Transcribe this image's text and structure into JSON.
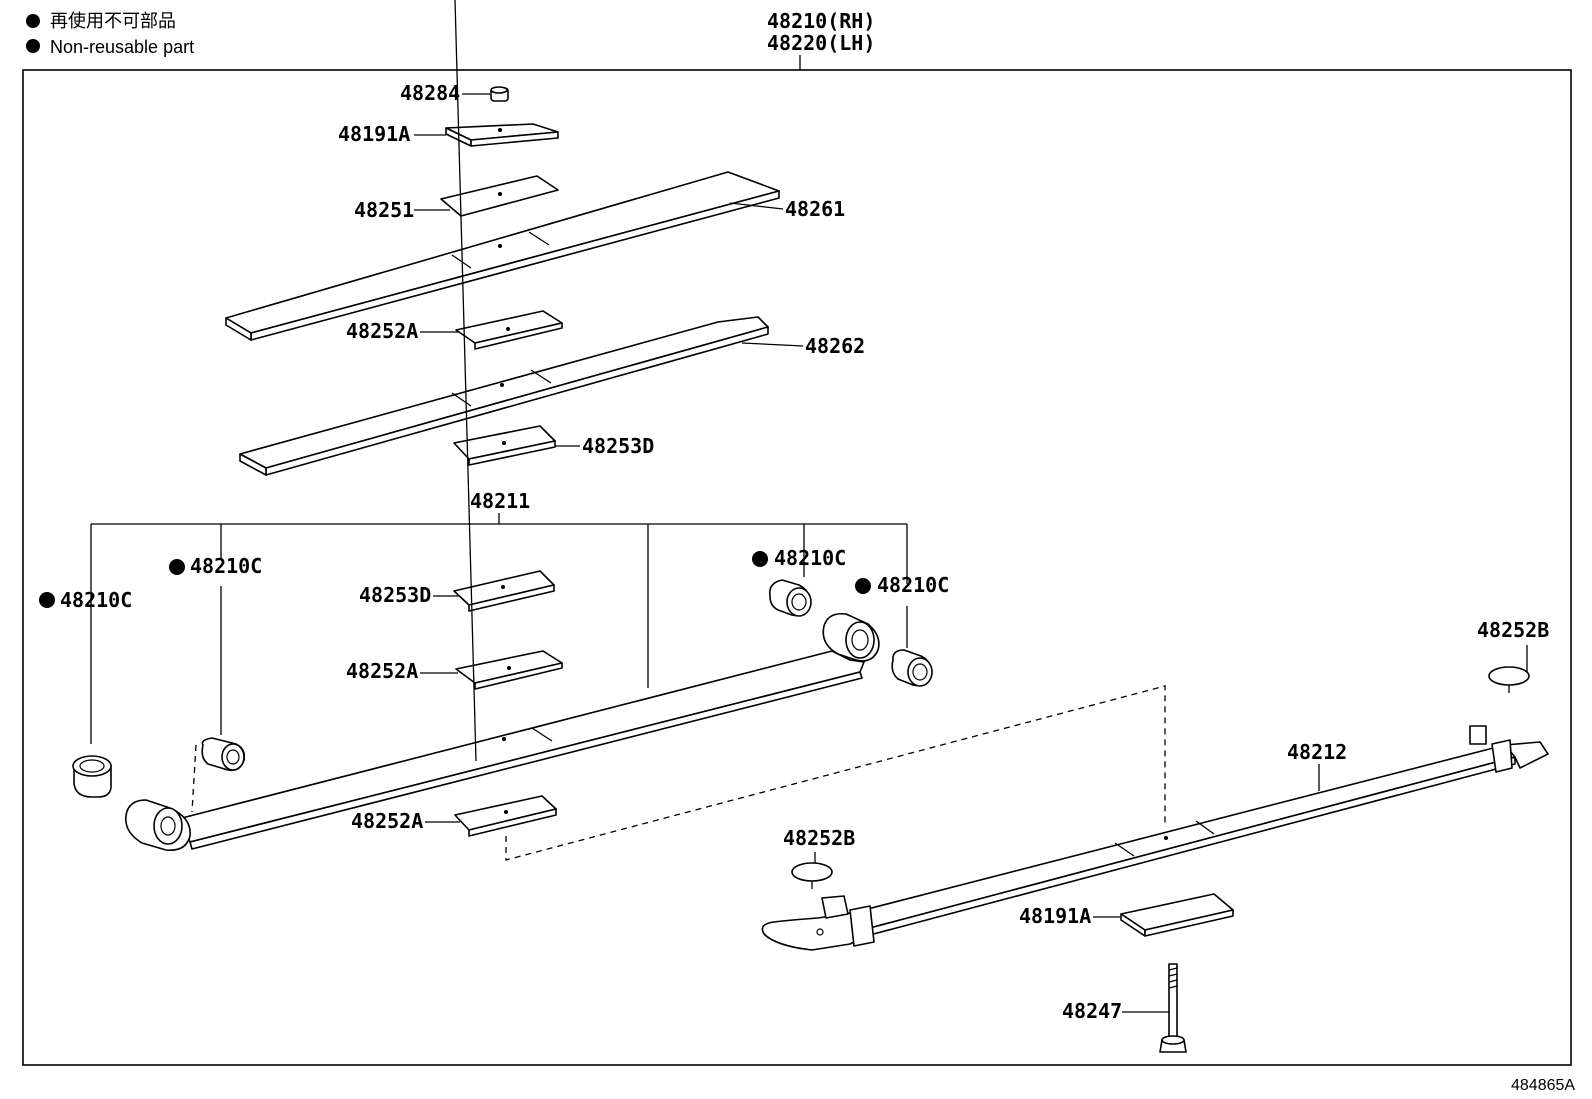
{
  "legend": [
    {
      "icon": "filled-dot-icon",
      "text": "再使用不可部品"
    },
    {
      "icon": "filled-dot-icon",
      "text": "Non-reusable part"
    }
  ],
  "assembly": {
    "rh": "48210(RH)",
    "lh": "48220(LH)"
  },
  "sub_assembly": "48211",
  "parts": {
    "p48284": "48284",
    "p48191A_top": "48191A",
    "p48251": "48251",
    "p48261": "48261",
    "p48252A_1": "48252A",
    "p48262": "48262",
    "p48253D_1": "48253D",
    "p48210C_1": "48210C",
    "p48210C_2": "48210C",
    "p48210C_3": "48210C",
    "p48210C_4": "48210C",
    "p48253D_2": "48253D",
    "p48252A_2": "48252A",
    "p48252A_3": "48252A",
    "p48252B_1": "48252B",
    "p48252B_2": "48252B",
    "p48212": "48212",
    "p48191A_bottom": "48191A",
    "p48247": "48247"
  },
  "drawing_number": "484865A"
}
